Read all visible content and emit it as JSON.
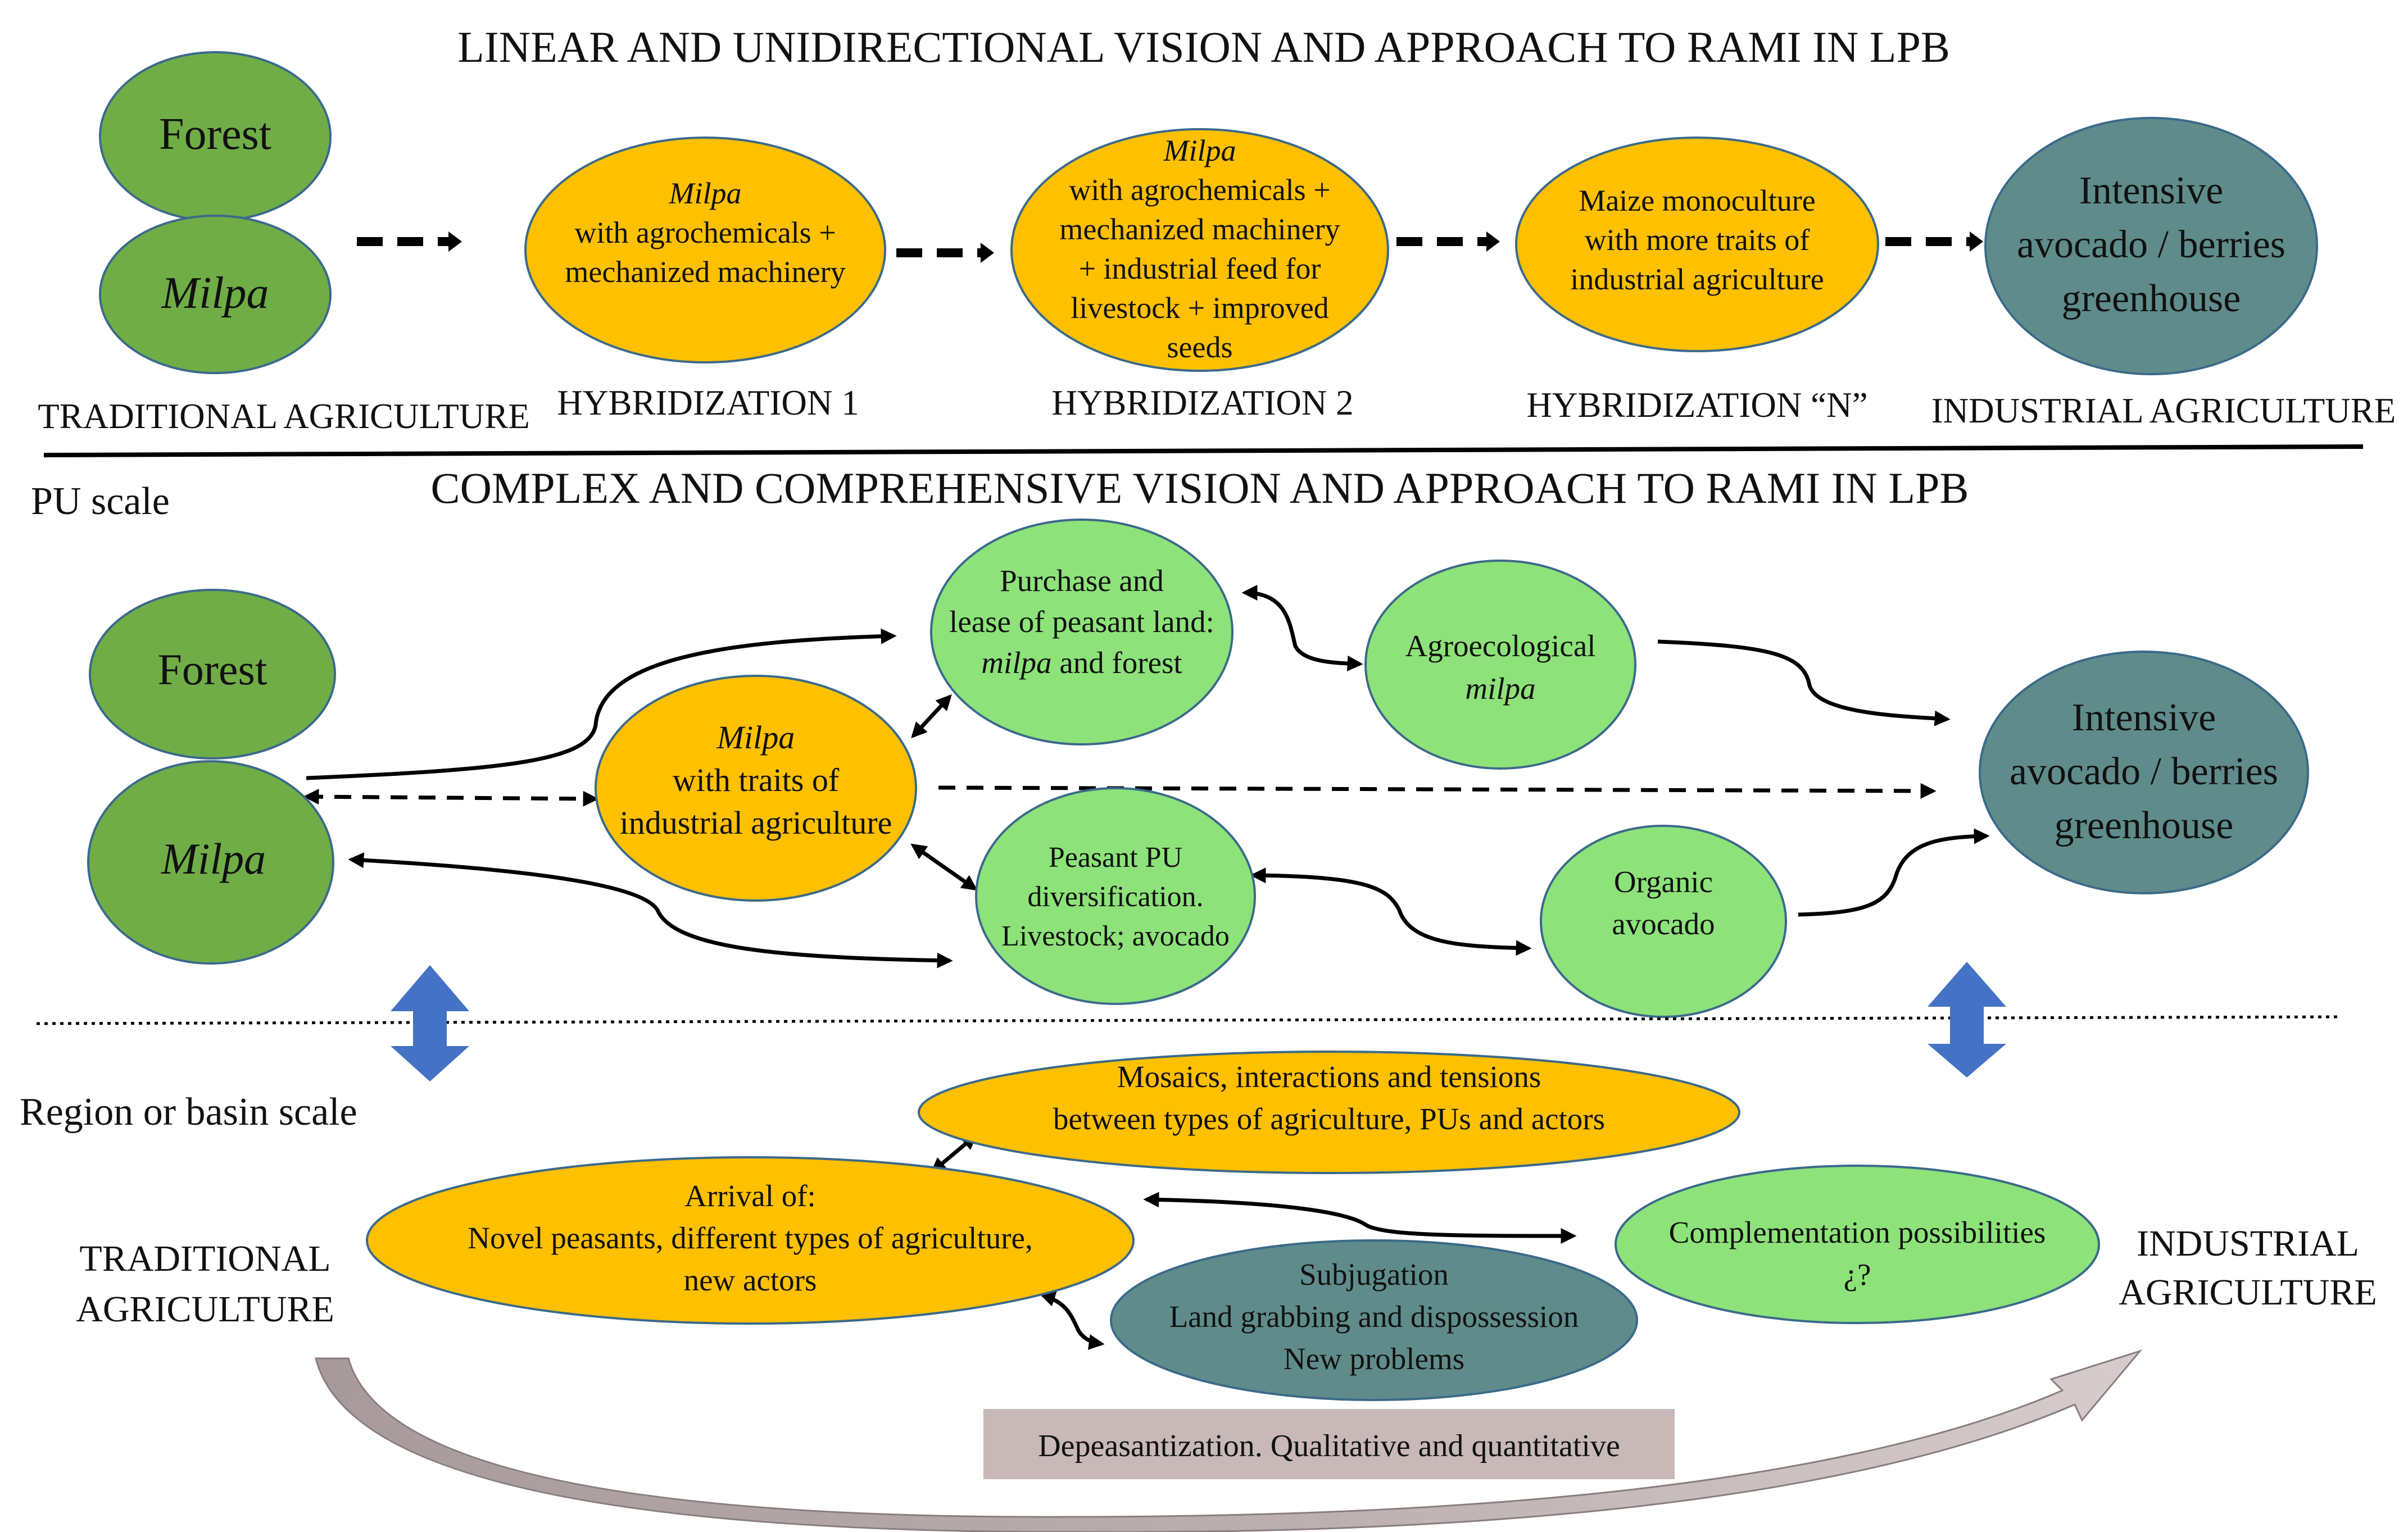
{
  "top": {
    "title": "LINEAR AND UNIDIRECTIONAL VISION AND APPROACH TO RAMI IN LPB",
    "forest": "Forest",
    "milpa": "Milpa",
    "traditional_label": "TRADITIONAL AGRICULTURE",
    "h1": {
      "line1": "Milpa",
      "line2": "with agrochemicals +",
      "line3": "mechanized machinery",
      "label": "HYBRIDIZATION 1"
    },
    "h2": {
      "line1": "Milpa",
      "line2": "with agrochemicals +",
      "line3": "mechanized machinery",
      "line4": "+ industrial feed for",
      "line5": "livestock + improved",
      "line6": "seeds",
      "label": "HYBRIDIZATION 2"
    },
    "hn": {
      "line1": "Maize monoculture",
      "line2": "with more traits of",
      "line3": "industrial agriculture",
      "label": "HYBRIDIZATION “N”"
    },
    "industrial": {
      "line1": "Intensive",
      "line2": "avocado / berries",
      "line3": "greenhouse",
      "label": "INDUSTRIAL AGRICULTURE"
    }
  },
  "middle": {
    "title": "COMPLEX AND COMPREHENSIVE VISION AND APPROACH TO RAMI IN LPB",
    "scale_label": "PU scale",
    "forest": "Forest",
    "milpa": "Milpa",
    "milpa_traits": {
      "line1": "Milpa",
      "line2": "with traits of",
      "line3": "industrial agriculture"
    },
    "purchase": {
      "line1": "Purchase and",
      "line2": "lease of peasant land:",
      "line3_italic": "milpa",
      "line3_rest": " and forest"
    },
    "agroecological": {
      "line1": "Agroecological",
      "line2": "milpa"
    },
    "peasant_pu": {
      "line1": "Peasant PU",
      "line2": "diversification.",
      "line3": "Livestock; avocado"
    },
    "organic": {
      "line1": "Organic",
      "line2": "avocado"
    },
    "industrial": {
      "line1": "Intensive",
      "line2": "avocado / berries",
      "line3": "greenhouse"
    }
  },
  "bottom": {
    "scale_label": "Region or basin scale",
    "mosaics": {
      "line1": "Mosaics, interactions and tensions",
      "line2": "between types of agriculture, PUs and actors"
    },
    "arrival": {
      "line1": "Arrival of:",
      "line2": "Novel peasants, different types of agriculture,",
      "line3": "new actors"
    },
    "subjugation": {
      "line1": "Subjugation",
      "line2": "Land grabbing and dispossession",
      "line3": "New problems"
    },
    "complementation": {
      "line1": "Complementation possibilities",
      "line2": "¿?"
    },
    "traditional": {
      "line1": "TRADITIONAL",
      "line2": "AGRICULTURE"
    },
    "industrial": {
      "line1": "INDUSTRIAL",
      "line2": "AGRICULTURE"
    },
    "depeasant": "Depeasantization. Qualitative and quantitative"
  },
  "colors": {
    "dark_green": "#70AD47",
    "light_green": "#8EE27A",
    "orange": "#FFC000",
    "teal": "#5F8C8A",
    "blue_arrow": "#4472C4",
    "label_box": "#C8B8B8"
  }
}
